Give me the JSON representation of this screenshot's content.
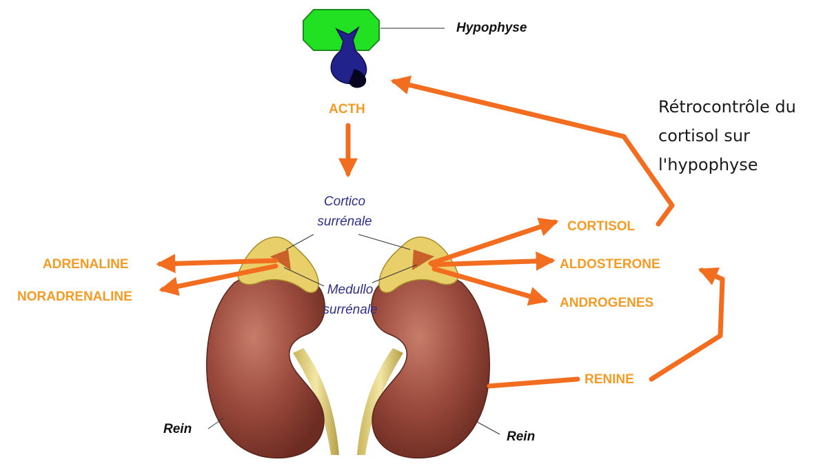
{
  "labels": {
    "hypophyse": "Hypophyse",
    "acth": "ACTH",
    "cortico": "Cortico",
    "cortico_2": "surrénale",
    "medullo": "Medullo",
    "medullo_2": "surrénale",
    "adrenaline": "ADRENALINE",
    "noradrenaline": "NORADRENALINE",
    "cortisol": "CORTISOL",
    "aldosterone": "ALDOSTERONE",
    "androgenes": "ANDROGENES",
    "renine": "RENINE",
    "rein_left": "Rein",
    "rein_right": "Rein"
  },
  "note": {
    "line1": "Rétrocontrôle du",
    "line2": "cortisol sur",
    "line3": "l'hypophyse"
  },
  "colors": {
    "arrow": "#f26d1f",
    "label": "#f59b24",
    "kidney": "#9a4a3c",
    "gland": "#e8cf6a",
    "pituitary_box": "#22e022",
    "pituitary_body": "#22228c",
    "blue_text": "#2e2e8c"
  }
}
